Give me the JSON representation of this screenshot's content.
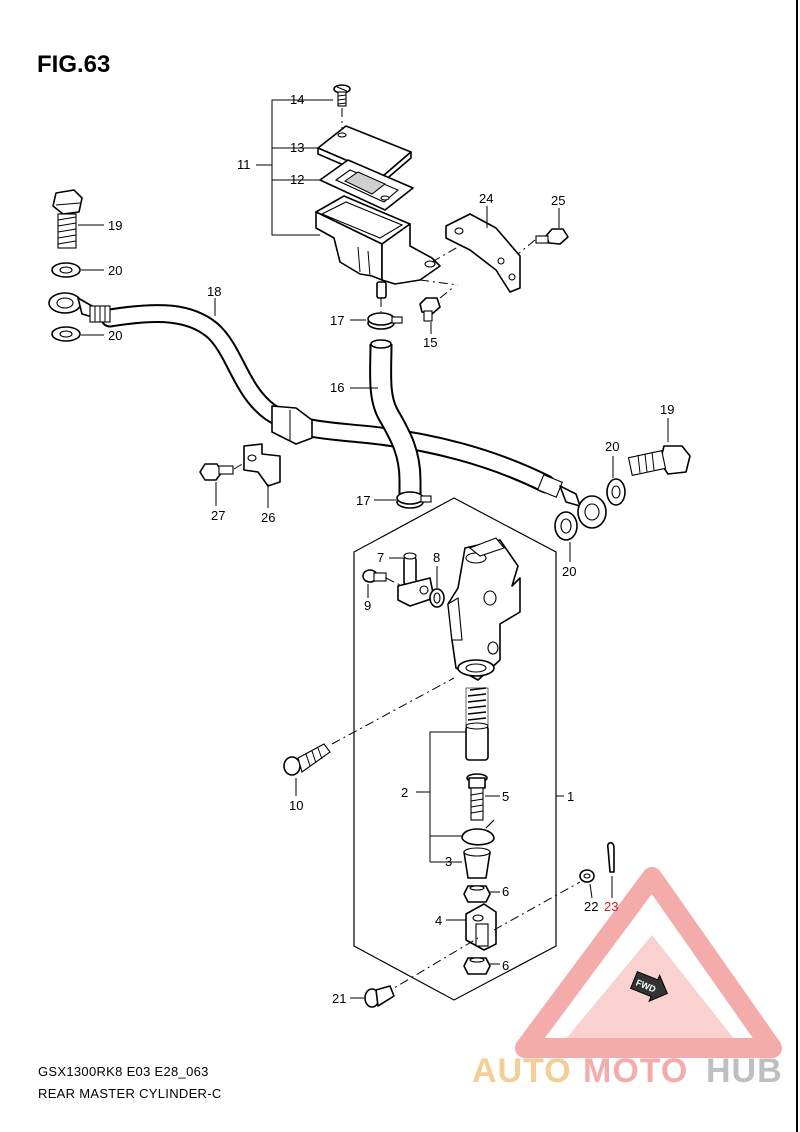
{
  "figure": {
    "title": "FIG.63",
    "model_code": "GSX1300RK8 E03 E28_063",
    "caption": "REAR MASTER CYLINDER-C"
  },
  "callouts": {
    "c1": "1",
    "c2": "2",
    "c3": "3",
    "c4": "4",
    "c5": "5",
    "c6a": "6",
    "c6b": "6",
    "c7": "7",
    "c8": "8",
    "c9": "9",
    "c10": "10",
    "c11": "11",
    "c12": "12",
    "c13": "13",
    "c14": "14",
    "c15": "15",
    "c16": "16",
    "c17a": "17",
    "c17b": "17",
    "c18": "18",
    "c19a": "19",
    "c19b": "19",
    "c20a": "20",
    "c20b": "20",
    "c20c": "20",
    "c20d": "20",
    "c21": "21",
    "c22": "22",
    "c23": "23",
    "c24": "24",
    "c25": "25",
    "c26": "26",
    "c27": "27"
  },
  "watermark": {
    "part1": "AUTO",
    "part2": "MOTO",
    "part3": "HUB",
    "color_auto": "#f3c98a",
    "color_moto": "#f2a4a0",
    "color_hub": "#b9b9b9",
    "triangle_color": "#f2a4a0"
  },
  "fwd_label": "FWD"
}
